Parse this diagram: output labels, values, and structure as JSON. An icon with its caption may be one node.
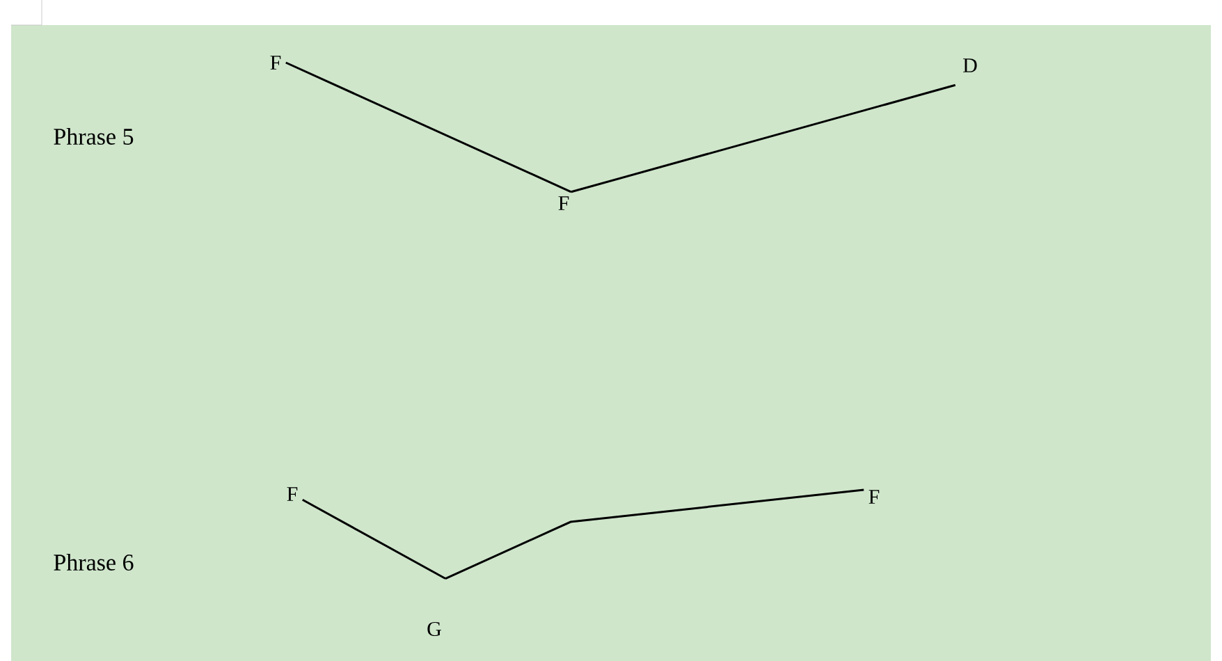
{
  "diagram": {
    "nodes": [
      {
        "text": [
          "F"
        ]
      },
      {
        "text": [
          "D"
        ]
      },
      {
        "text": [
          "F"
        ]
      },
      {
        "text": [
          "F"
        ]
      },
      {
        "text": [
          "F"
        ]
      },
      {
        "text": [
          "G"
        ]
      }
    ],
    "edges": [
      {
        "from": 0,
        "to": 2,
        "arrow": "none"
      },
      {
        "from": 2,
        "to": 1,
        "arrow": "none"
      },
      {
        "from": 3,
        "to": 5,
        "arrow": "none"
      },
      {
        "from": 5,
        "to": 4,
        "arrow": "none"
      }
    ],
    "labels": [
      "Phrase 5",
      "Phrase 6"
    ]
  }
}
